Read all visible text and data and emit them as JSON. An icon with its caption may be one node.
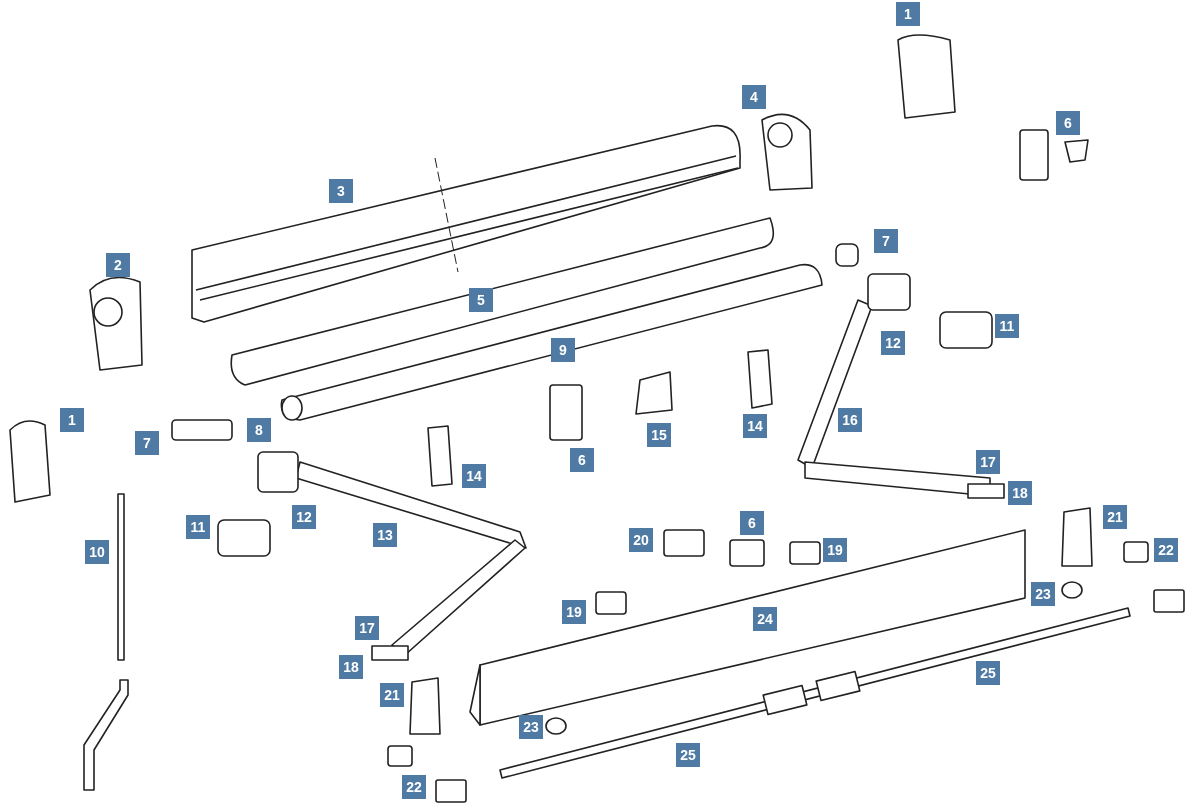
{
  "diagram": {
    "labels": [
      "1",
      "4",
      "6",
      "3",
      "7",
      "2",
      "5",
      "9",
      "12",
      "11",
      "1",
      "7",
      "8",
      "15",
      "14",
      "16",
      "14",
      "6",
      "17",
      "18",
      "10",
      "11",
      "12",
      "13",
      "20",
      "6",
      "19",
      "21",
      "22",
      "17",
      "19",
      "24",
      "23",
      "18",
      "21",
      "25",
      "23",
      "25",
      "22"
    ]
  }
}
